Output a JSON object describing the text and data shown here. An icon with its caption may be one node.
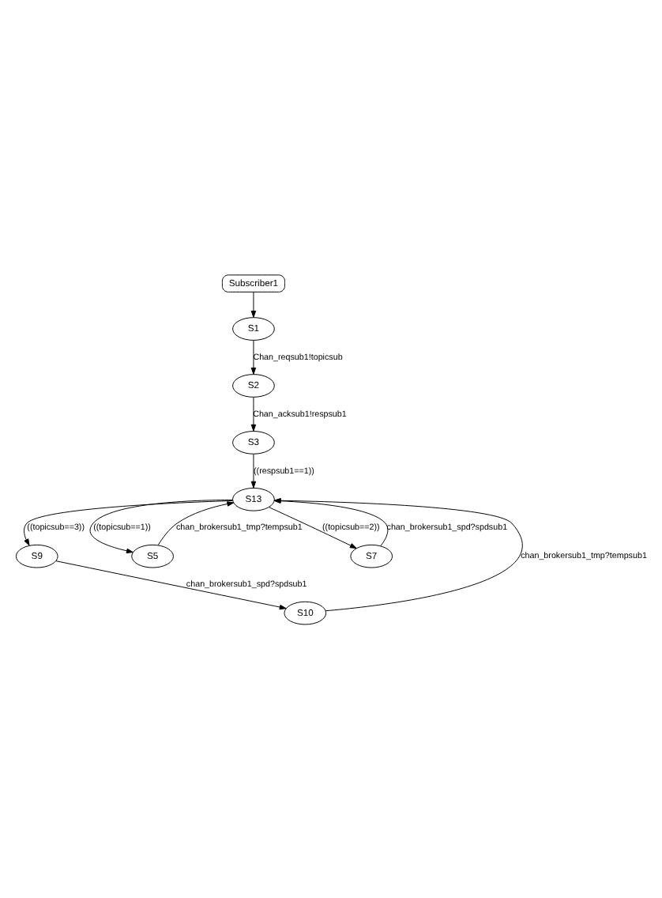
{
  "diagram": {
    "nodes": [
      {
        "text": [
          "Subscriber1"
        ]
      },
      {
        "text": [
          "S1"
        ]
      },
      {
        "text": [
          "S2"
        ]
      },
      {
        "text": [
          "S3"
        ]
      },
      {
        "text": [
          "S13"
        ]
      },
      {
        "text": [
          "S9"
        ]
      },
      {
        "text": [
          "S5"
        ]
      },
      {
        "text": [
          "S7"
        ]
      },
      {
        "text": [
          "S10"
        ]
      }
    ],
    "edges": [
      {
        "from": 0,
        "to": 1,
        "arrow": "to"
      },
      {
        "from": 1,
        "to": 2,
        "arrow": "to",
        "label": "Chan_reqsub1!topicsub"
      },
      {
        "from": 2,
        "to": 3,
        "arrow": "to",
        "label": "Chan_acksub1!respsub1"
      },
      {
        "from": 3,
        "to": 4,
        "arrow": "to",
        "label": "((respsub1==1))"
      },
      {
        "from": 4,
        "to": 6,
        "arrow": "to",
        "label": "((topicsub==1))"
      },
      {
        "from": 6,
        "to": 4,
        "arrow": "to",
        "label": "chan_brokersub1_tmp?tempsub1"
      },
      {
        "from": 4,
        "to": 5,
        "arrow": "to",
        "label": "((topicsub==3))"
      },
      {
        "from": 4,
        "to": 7,
        "arrow": "to",
        "label": "((topicsub==2))"
      },
      {
        "from": 7,
        "to": 4,
        "arrow": "to",
        "label": "chan_brokersub1_spd?spdsub1"
      },
      {
        "from": 5,
        "to": 8,
        "arrow": "to",
        "label": "chan_brokersub1_spd?spdsub1"
      },
      {
        "from": 8,
        "to": 4,
        "arrow": "to",
        "label": "chan_brokersub1_tmp?tempsub1"
      }
    ]
  }
}
